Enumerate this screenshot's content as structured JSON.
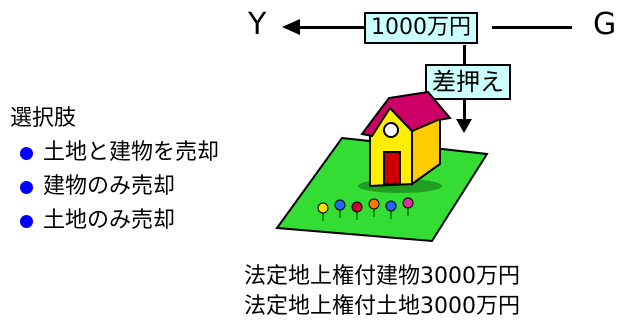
{
  "flow": {
    "left_party": "Y",
    "right_party": "G",
    "amount": "1000万円",
    "action": "差押え"
  },
  "options": {
    "heading": "選択肢",
    "items": [
      "土地と建物を売却",
      "建物のみ売却",
      "土地のみ売却"
    ]
  },
  "rights": [
    "法定地上権付建物3000万円",
    "法定地上権付土地3000万円"
  ],
  "colors": {
    "box_fill": "#ccffff",
    "bullet": "#0000ff",
    "lawn": "#33dd33",
    "house_wall": "#ffee00",
    "roof": "#cc0066",
    "door": "#cc0000"
  }
}
